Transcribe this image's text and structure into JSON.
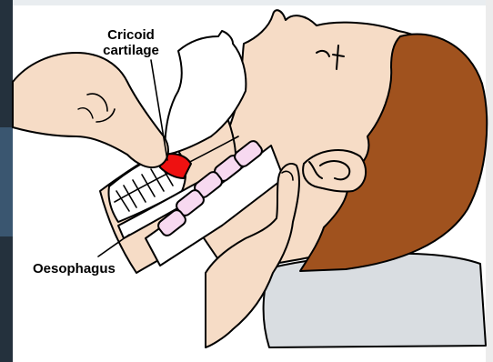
{
  "labels": {
    "cricoid_line1": "Cricoid",
    "cricoid_line2": "cartilage",
    "oesophagus": "Oesophagus"
  },
  "colors": {
    "skin": "#f6dcc6",
    "hair": "#a0521e",
    "cricoid": "#ee1111",
    "pillow": "#d9dde1",
    "vertebra": "#f7d9f0",
    "frame_dark": "#24313d"
  }
}
